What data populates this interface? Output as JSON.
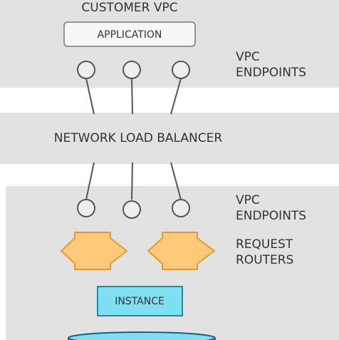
{
  "regions": {
    "customer_vpc": {
      "title": "CUSTOMER VPC",
      "application_box": "APPLICATION",
      "endpoints_label_line1": "VPC",
      "endpoints_label_line2": "ENDPOINTS"
    },
    "load_balancer": {
      "label": "NETWORK LOAD BALANCER"
    },
    "service_vpc": {
      "endpoints_label_line1": "VPC",
      "endpoints_label_line2": "ENDPOINTS",
      "routers_label_line1": "REQUEST",
      "routers_label_line2": "ROUTERS",
      "instance_box": "INSTANCE"
    }
  },
  "colors": {
    "band_background": "#e2e2e2",
    "application_fill": "#f7f7f7",
    "endpoint_fill": "#eeeeee",
    "router_fill": "#ffc97a",
    "router_stroke": "#e59a2e",
    "instance_fill": "#7fe0f3",
    "instance_stroke": "#1f8b9d",
    "database_fill": "#7fe0f3",
    "database_stroke": "#1a5f86",
    "connector": "#555555"
  },
  "icons": {
    "endpoint": "endpoint-circle-icon",
    "router": "double-arrow-icon",
    "database": "database-cylinder-icon"
  }
}
